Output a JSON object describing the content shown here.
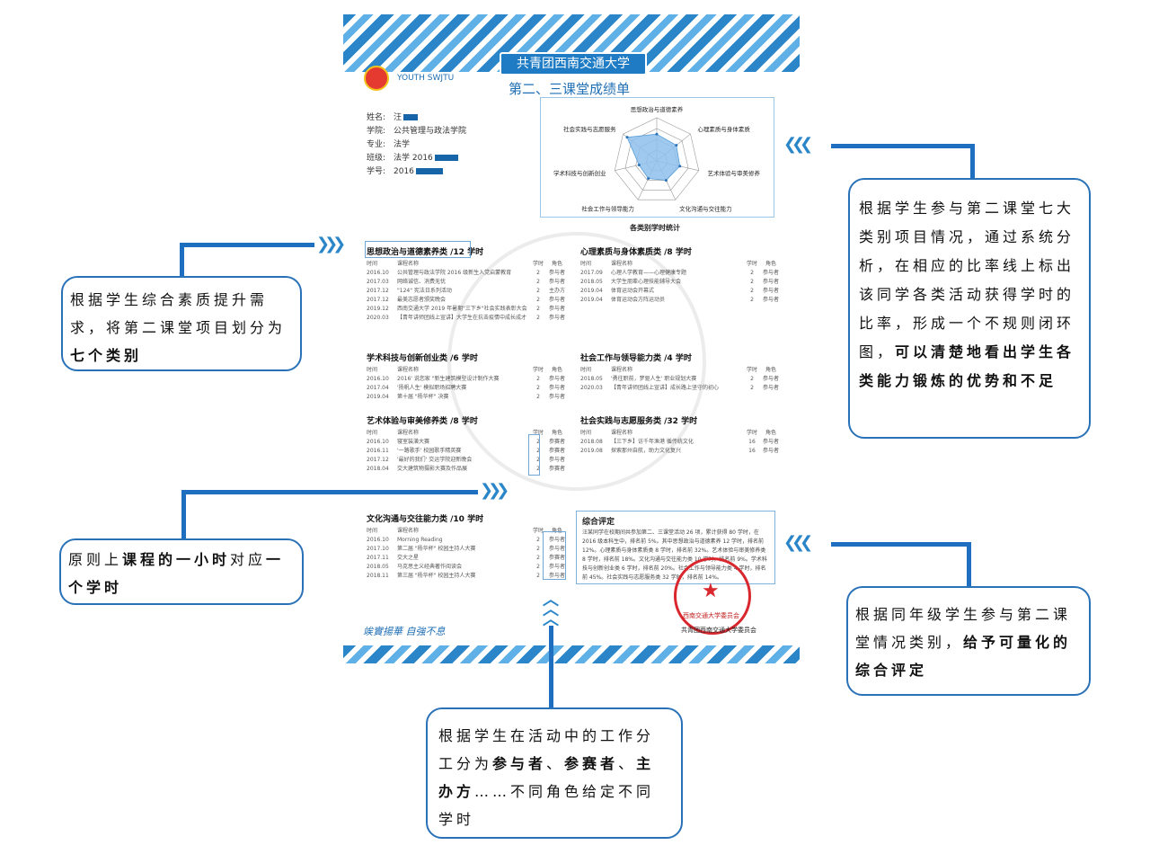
{
  "header": {
    "banner_title": "共青团西南交通大学",
    "subtitle": "第二、三课堂成绩单",
    "youth_label": "YOUTH SWJTU"
  },
  "student_info": [
    {
      "label": "姓名:",
      "value": "汪"
    },
    {
      "label": "学院:",
      "value": "公共管理与政法学院"
    },
    {
      "label": "专业:",
      "value": "法学"
    },
    {
      "label": "班级:",
      "value": "法学 2016"
    },
    {
      "label": "学号:",
      "value": "2016"
    }
  ],
  "radar": {
    "title": "各类别学时统计",
    "axes": [
      "思想政治与道德素养",
      "心理素质与身体素质",
      "艺术体验与审美修养",
      "文化沟通与交往能力",
      "社会工作与领导能力",
      "学术科技与创新创业",
      "社会实践与志愿服务"
    ],
    "values": [
      0.62,
      0.58,
      0.55,
      0.5,
      0.45,
      0.42,
      0.88
    ]
  },
  "table_headers": {
    "time": "时间",
    "name": "课程名称",
    "hours": "学时",
    "role": "角色"
  },
  "sections": [
    {
      "title": "思想政治与道德素养类 /12 学时",
      "rows": [
        [
          "2016.10",
          "公共管理与政法学院 2016 级新生入党启蒙教育",
          "2",
          "参与者"
        ],
        [
          "2017.03",
          "网络诚信、消费无忧",
          "2",
          "参与者"
        ],
        [
          "2017.12",
          "\"124\" 宪法日系列活动",
          "2",
          "主办方"
        ],
        [
          "2017.12",
          "最美志愿者颁奖晚会",
          "2",
          "参与者"
        ],
        [
          "2019.12",
          "西南交通大学 2019 年暑期\"三下乡\"社会实践表彰大会",
          "2",
          "参与者"
        ],
        [
          "2020.03",
          "【青年讲师团线上宣讲】大学生在抗击疫情中成长成才",
          "2",
          "参与者"
        ]
      ]
    },
    {
      "title": "心理素质与身体素质类 /8 学时",
      "rows": [
        [
          "2017.09",
          "心理人学教育——心理健康专题",
          "2",
          "参与者"
        ],
        [
          "2018.05",
          "大学生朋辈心理技能辅导大会",
          "2",
          "参与者"
        ],
        [
          "2019.04",
          "体育运动会开幕式",
          "2",
          "参与者"
        ],
        [
          "2019.04",
          "体育运动会方阵运动员",
          "2",
          "参与者"
        ]
      ]
    },
    {
      "title": "学术科技与创新创业类 /6 学时",
      "rows": [
        [
          "2016.10",
          "2016' 说您家 \"新生建筑模型设计制作大赛",
          "2",
          "参与者"
        ],
        [
          "2017.04",
          "'扬帆人生' 模拟职场招聘大赛",
          "2",
          "参与者"
        ],
        [
          "2019.04",
          "第十届 \"杨华杯\" 决赛",
          "2",
          "参与者"
        ]
      ]
    },
    {
      "title": "社会工作与领导能力类 /4 学时",
      "rows": [
        [
          "2018.05",
          "'勇往职前，梦驱人生' 职业规划大赛",
          "2",
          "参与者"
        ],
        [
          "2020.03",
          "【青年讲师团线上宣讲】成长路上坚守的初心",
          "2",
          "参与者"
        ]
      ]
    },
    {
      "title": "艺术体验与审美修养类 /8 学时",
      "rows": [
        [
          "2016.10",
          "寝室装潢大赛",
          "2",
          "参赛者"
        ],
        [
          "2016.11",
          "'一路歌手' 校园歌手精英赛",
          "2",
          "参赛者"
        ],
        [
          "2017.12",
          "'最好的我们' 交运学院迎新晚会",
          "2",
          "参与者"
        ],
        [
          "2018.04",
          "交大建筑物摄影大赛及作品展",
          "2",
          "参赛者"
        ]
      ]
    },
    {
      "title": "社会实践与志愿服务类 /32 学时",
      "rows": [
        [
          "2018.08",
          "【三下乡】访千年渔港 循传统文化",
          "16",
          "参与者"
        ],
        [
          "2019.08",
          "探索那州自航，助力文化复兴",
          "16",
          "参与者"
        ]
      ]
    },
    {
      "title": "文化沟通与交往能力类 /10 学时",
      "rows": [
        [
          "2016.10",
          "Morning Reading",
          "2",
          "参与者"
        ],
        [
          "2017.10",
          "第二届 \"杨华杯\" 校园主持人大赛",
          "2",
          "参与者"
        ],
        [
          "2017.11",
          "交大之星",
          "2",
          "参赛者"
        ],
        [
          "2018.05",
          "马克思主义经典著作阅读会",
          "2",
          "参与者"
        ],
        [
          "2018.11",
          "第三届 \"杨华杯\" 校园主持人大赛",
          "2",
          "参与者"
        ]
      ]
    }
  ],
  "review": {
    "title": "综合评定",
    "body": "汪某同学在校期间共参加第二、三课堂活动 26 项，累计获得 80 学时，在 2016 级本科生中，排名前 5%。其中思想政治与道德素养 12 学时，排名前 12%。心理素质与身体素质类 8 学时，排名前 32%。艺术体验与审美修养类 8 学时，排名前 18%。文化沟通与交往能力类 10 学时，排名前 9%。学术科技与创新创业类 6 学时，排名前 20%。社会工作与领导能力类 4 学时，排名前 45%。社会实践与志愿服务类 32 学时，排名前 14%。"
  },
  "seal_text": "西南交通大学委员会",
  "org_signature": "共青团西南交通大学委员会",
  "motto": "竢實揚華  自強不息",
  "callouts": {
    "seven_categories": {
      "parts": [
        {
          "t": "根据学生综合素质提升需求，将第二课堂项目划分为",
          "b": false
        },
        {
          "t": "七个类别",
          "b": true
        }
      ]
    },
    "radar_explain": {
      "parts": [
        {
          "t": "根据学生参与第二课堂七大类别项目情况，通过系统分析，在相应的比率线上标出该同学各类活动获得学时的比率，形成一个不规则闭环图，",
          "b": false
        },
        {
          "t": "可以清楚地看出学生各类能力锻炼的优势和不足",
          "b": true
        }
      ]
    },
    "one_hour": {
      "parts": [
        {
          "t": "原则上",
          "b": false
        },
        {
          "t": "课程的一小时",
          "b": true
        },
        {
          "t": "对应",
          "b": false
        },
        {
          "t": "一个学时",
          "b": true
        }
      ]
    },
    "quantified": {
      "parts": [
        {
          "t": "根据同年级学生参与第二课堂情况类别，",
          "b": false
        },
        {
          "t": "给予可量化的综合评定",
          "b": true
        }
      ]
    },
    "roles": {
      "parts": [
        {
          "t": "根据学生在活动中的工作分工分为",
          "b": false
        },
        {
          "t": "参与者",
          "b": true
        },
        {
          "t": "、",
          "b": false
        },
        {
          "t": "参赛者",
          "b": true
        },
        {
          "t": "、",
          "b": false
        },
        {
          "t": "主办方",
          "b": true
        },
        {
          "t": "……不同角色给定不同学时",
          "b": false
        }
      ]
    }
  },
  "colors": {
    "accent": "#1f6fc0",
    "banner": "#1f7cc4",
    "seal": "#d9272e"
  }
}
